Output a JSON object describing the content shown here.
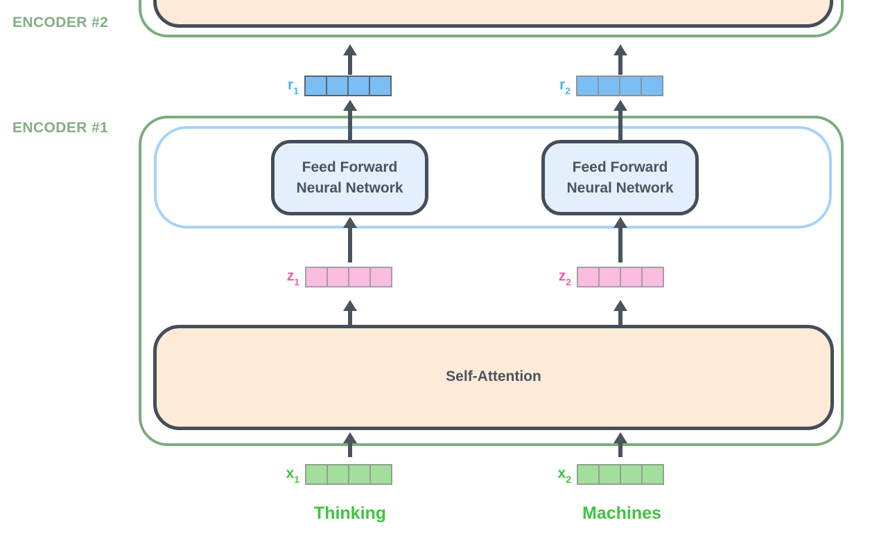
{
  "colors": {
    "green-border": "#7dab7d",
    "green-label": "#83ae84",
    "dark-border": "#454d59",
    "dark-text": "#4b5260",
    "peach-fill": "#fdebd8",
    "ffnn-fill": "#e3effc",
    "blue-container-border": "#a6d3f8",
    "arrow": "#4a5360",
    "r-fill": "#7cbdf4",
    "r-label": "#45b4ee",
    "r1-border": "#5a6370",
    "r2-border": "#8d939a",
    "z-fill": "#fbbce1",
    "z-label": "#f45fa5",
    "z-border": "#a0a0a5",
    "x-fill": "#a2df9c",
    "x-label": "#3ec43e",
    "x-border": "#8fa08f"
  },
  "encoders": {
    "encoder2": {
      "label": "ENCODER #2"
    },
    "encoder1": {
      "label": "ENCODER #1"
    }
  },
  "blocks": {
    "ffnn1": {
      "line1": "Feed Forward",
      "line2": "Neural Network"
    },
    "ffnn2": {
      "line1": "Feed Forward",
      "line2": "Neural Network"
    },
    "self_attention": {
      "label": "Self-Attention"
    }
  },
  "vectors": {
    "r1": {
      "base": "r",
      "sub": "1"
    },
    "r2": {
      "base": "r",
      "sub": "2"
    },
    "z1": {
      "base": "z",
      "sub": "1"
    },
    "z2": {
      "base": "z",
      "sub": "2"
    },
    "x1": {
      "base": "x",
      "sub": "1"
    },
    "x2": {
      "base": "x",
      "sub": "2"
    }
  },
  "input_words": {
    "word1": "Thinking",
    "word2": "Machines"
  }
}
